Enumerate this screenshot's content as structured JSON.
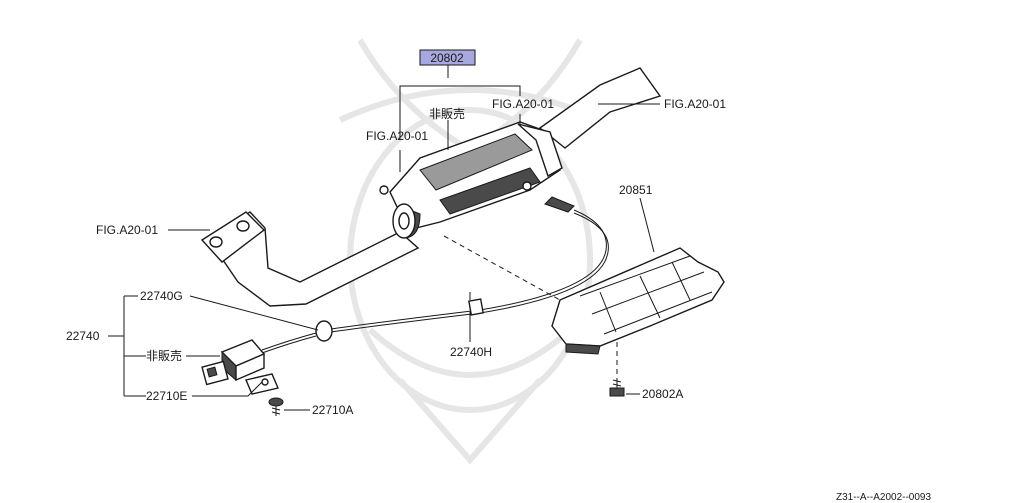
{
  "diagram": {
    "highlight_color": "#a8a8e0",
    "callouts": {
      "c20802": "20802",
      "not_for_sale_top": "非販売",
      "fig_top_center": "FIG.A20-01",
      "fig_top_right": "FIG.A20-01",
      "fig_left_cat": "FIG.A20-01",
      "fig_left_pipe": "FIG.A20-01",
      "c20851": "20851",
      "c22740G": "22740G",
      "c22740": "22740",
      "not_for_sale_left": "非販売",
      "c22710E": "22710E",
      "c22710A": "22710A",
      "c22740H": "22740H",
      "c20802A": "20802A"
    },
    "footer_code": "Z31--A--A2002--0093"
  }
}
